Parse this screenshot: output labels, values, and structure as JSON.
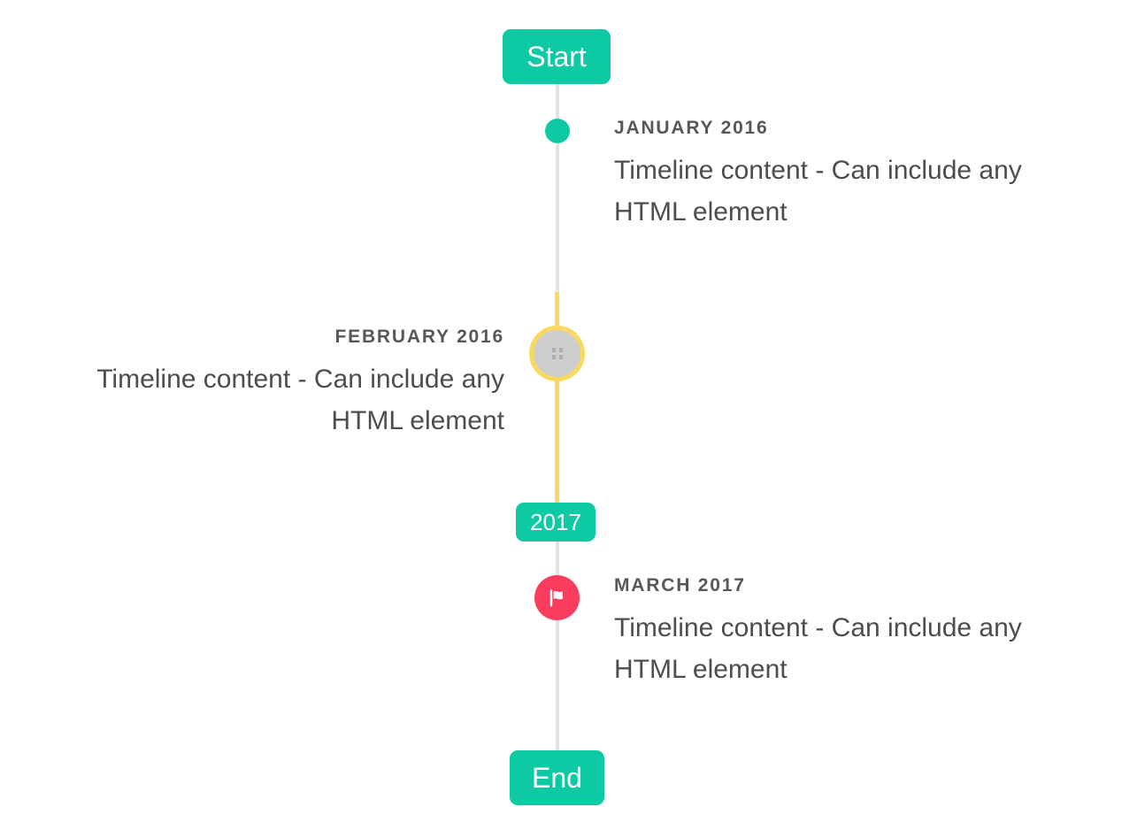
{
  "colors": {
    "accent_teal": "#0dc9a4",
    "accent_yellow": "#fbd95f",
    "accent_red": "#fa3c5e",
    "rail_gray": "#e3e3e3",
    "avatar_gray": "#cecece",
    "title_text": "#58585a",
    "content_text": "#4d4d4f",
    "badge_text": "#ffffff"
  },
  "timeline": {
    "start_flag": "Start",
    "mid_flag": "2017",
    "end_flag": "End",
    "items": [
      {
        "title": "JANUARY 2016",
        "content": "Timeline content - Can include any HTML element",
        "side": "right",
        "marker": "teal-dot"
      },
      {
        "title": "FEBRUARY 2016",
        "content": "Timeline content - Can include any HTML element",
        "side": "left",
        "marker": "gray-avatar-yellow-ring"
      },
      {
        "title": "MARCH 2017",
        "content": "Timeline content - Can include any HTML element",
        "side": "right",
        "marker": "red-flag-circle"
      }
    ]
  },
  "icons": {
    "flag": "flag-icon",
    "broken_image": "broken-image-placeholder"
  }
}
